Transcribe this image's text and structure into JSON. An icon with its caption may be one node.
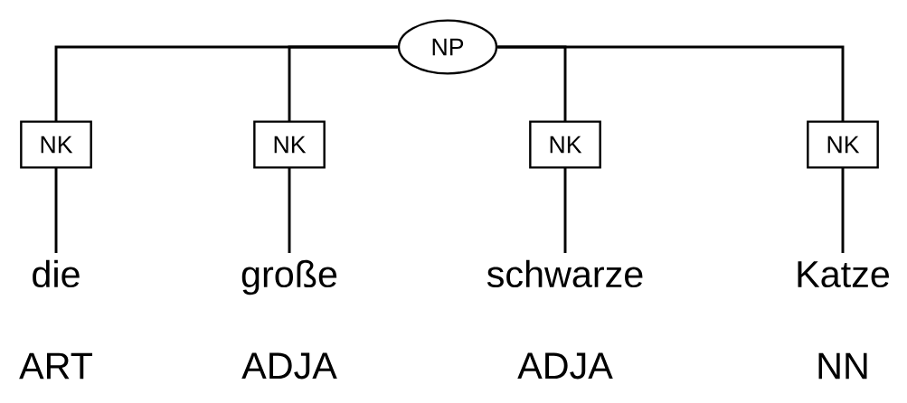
{
  "diagram": {
    "nodes": [
      {
        "text": [
          "NP"
        ]
      },
      {
        "text": [
          "die"
        ],
        "beside": [
          "ART"
        ]
      },
      {
        "text": [
          "große"
        ],
        "beside": [
          "ADJA"
        ]
      },
      {
        "text": [
          "schwarze"
        ],
        "beside": [
          "ADJA"
        ]
      },
      {
        "text": [
          "Katze"
        ],
        "beside": [
          "NN"
        ]
      }
    ],
    "edges": [
      {
        "from": 0,
        "to": 1,
        "arrow": "none",
        "label": "NK"
      },
      {
        "from": 0,
        "to": 2,
        "arrow": "none",
        "label": "NK"
      },
      {
        "from": 0,
        "to": 3,
        "arrow": "none",
        "label": "NK"
      },
      {
        "from": 0,
        "to": 4,
        "arrow": "none",
        "label": "NK"
      }
    ]
  }
}
